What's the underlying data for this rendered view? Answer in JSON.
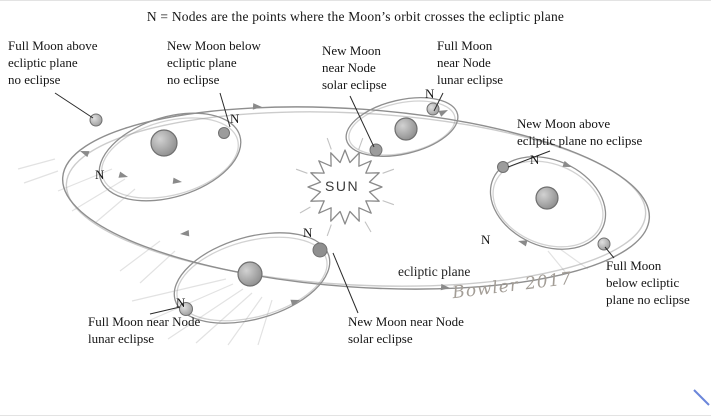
{
  "title": "N = Nodes are the points where the Moon’s orbit crosses the ecliptic plane",
  "node_letter": "N",
  "sun": {
    "label": "SUN"
  },
  "ecliptic_plane_label": "ecliptic plane",
  "signature": "Bowler 2017",
  "annotations": {
    "full_moon_above": {
      "lines": [
        "Full Moon above",
        "ecliptic plane",
        "no eclipse"
      ]
    },
    "new_moon_below": {
      "lines": [
        "New Moon below",
        "ecliptic plane",
        "no eclipse"
      ]
    },
    "new_moon_near_node_top": {
      "lines": [
        "New Moon",
        "near Node",
        "solar eclipse"
      ]
    },
    "full_moon_near_node_top": {
      "lines": [
        "Full Moon",
        "near Node",
        "lunar eclipse"
      ]
    },
    "new_moon_above_right": {
      "lines": [
        "New Moon above",
        "ecliptic plane no eclipse"
      ]
    },
    "full_moon_below_right": {
      "lines": [
        "Full Moon",
        "below ecliptic",
        "plane no eclipse"
      ]
    },
    "full_moon_near_node_bottom": {
      "lines": [
        "Full Moon  near Node",
        "lunar eclipse"
      ]
    },
    "new_moon_near_node_bottom": {
      "lines": [
        "New Moon near Node",
        "solar eclipse"
      ]
    }
  },
  "colors": {
    "pencil": "#8f8f8f",
    "ink": "#141414",
    "signature_gray": "#a39d96"
  }
}
